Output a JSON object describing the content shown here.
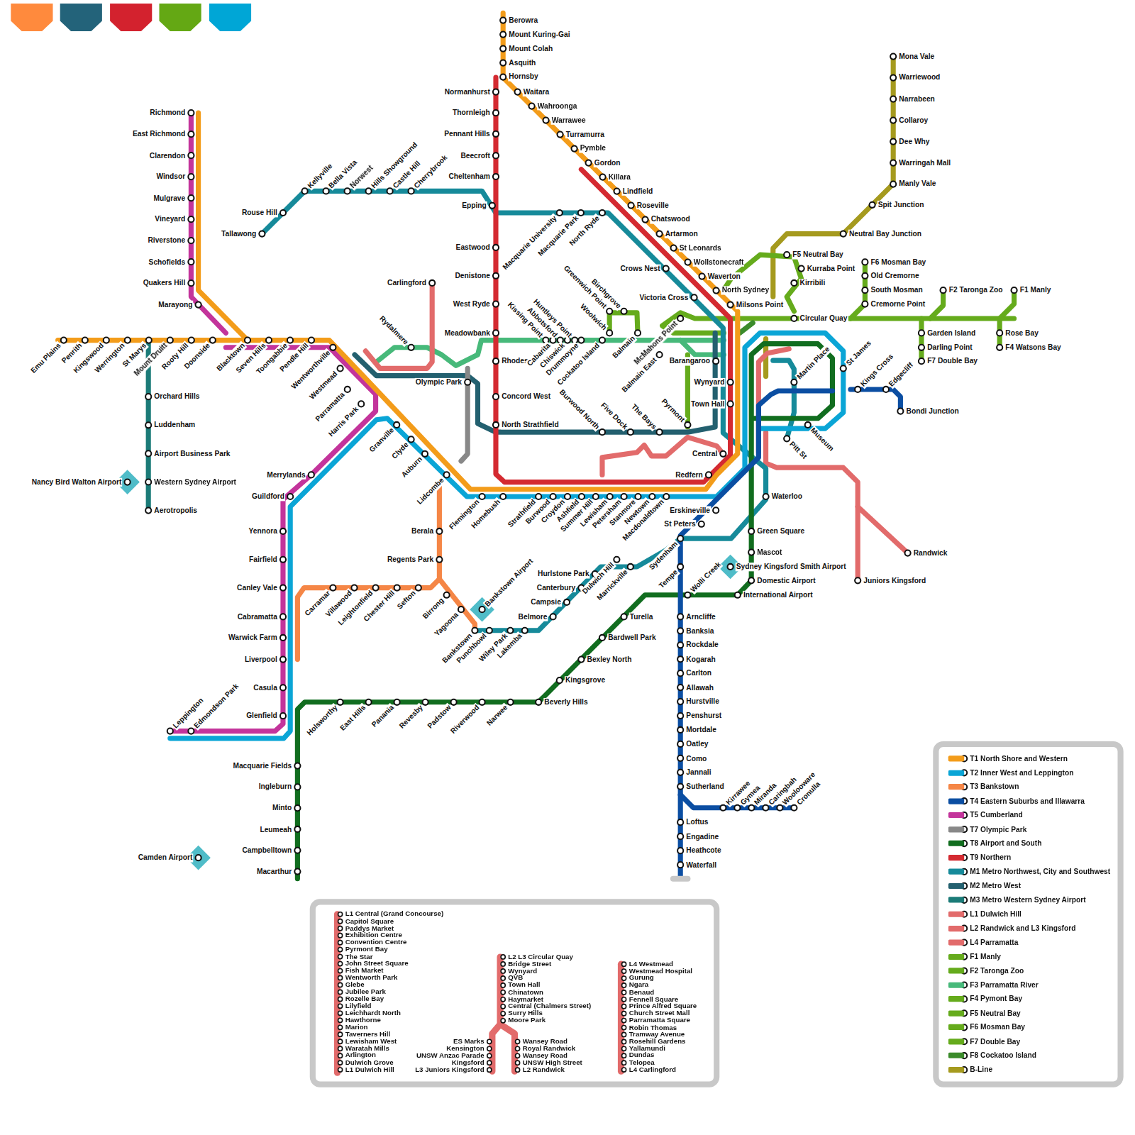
{
  "diagram": {
    "labels": [
      "Berowra",
      "Mount Kuring-Gai",
      "Mount Colah",
      "Asquith",
      "Hornsby",
      "Waitara",
      "Wahroonga",
      "Warrawee",
      "Turramurra",
      "Pymble",
      "Gordon",
      "Killara",
      "Lindfield",
      "Roseville",
      "Chatswood",
      "Artarmon",
      "St Leonards",
      "Wollstonecraft",
      "Waverton",
      "North Sydney",
      "Milsons Point",
      "Normanhurst",
      "Thornleigh",
      "Pennant Hills",
      "Beecroft",
      "Cheltenham",
      "Epping",
      "Eastwood",
      "Denistone",
      "West Ryde",
      "Meadowbank",
      "Rhodes",
      "Concord West",
      "North Strathfield",
      "Tallawong",
      "Rouse Hill",
      "Kellyville",
      "Bella Vista",
      "Norwest",
      "Hills Showground",
      "Castle Hill",
      "Cherrybrook",
      "Macquarie University",
      "Macquarie Park",
      "North Ryde",
      "Crows Nest",
      "Victoria Cross",
      "Barangaroo",
      "Martin Place",
      "Pitt St",
      "Waterloo",
      "Sydenham",
      "Emu Plains",
      "Penrith",
      "Kingswood",
      "Werrington",
      "St Marys",
      "Mount Druitt",
      "Rooty Hill",
      "Doonside",
      "Blacktown",
      "Seven Hills",
      "Toongabbie",
      "Pendle Hill",
      "Wentworthville",
      "Westmead",
      "Parramatta",
      "Harris Park",
      "Granville",
      "Clyde",
      "Auburn",
      "Lidcombe",
      "Flemington",
      "Homebush",
      "Strathfield",
      "Burwood",
      "Croydon",
      "Ashfield",
      "Summer Hill",
      "Lewisham",
      "Petersham",
      "Stanmore",
      "Newtown",
      "Macdonaldtown",
      "Redfern",
      "Erskineville",
      "St Peters",
      "Richmond",
      "East Richmond",
      "Clarendon",
      "Windsor",
      "Mulgrave",
      "Vineyard",
      "Riverstone",
      "Schofields",
      "Quakers Hill",
      "Marayong",
      "Orchard Hills",
      "Luddenham",
      "Airport Business Park",
      "Western Sydney Airport",
      "Aerotropolis",
      "Nancy Bird Walton Airport",
      "Camden Airport",
      "Merrylands",
      "Guildford",
      "Yennora",
      "Fairfield",
      "Canley Vale",
      "Cabramatta",
      "Warwick Farm",
      "Liverpool",
      "Casula",
      "Glenfield",
      "Leppington",
      "Edmondson Park",
      "Macquarie Fields",
      "Ingleburn",
      "Minto",
      "Leumeah",
      "Campbelltown",
      "Macarthur",
      "Holsworthy",
      "East Hills",
      "Panania",
      "Revesby",
      "Padstow",
      "Riverwood",
      "Narwee",
      "Beverly Hills",
      "Kingsgrove",
      "Bexley North",
      "Bardwell Park",
      "Turella",
      "Wolli Creek",
      "International Airport",
      "Domestic Airport",
      "Mascot",
      "Green Square",
      "Sydney Kingsford Smith Airport",
      "Berala",
      "Regents Park",
      "Carramar",
      "Villawood",
      "Leightonfield",
      "Chester Hill",
      "Sefton",
      "Birrong",
      "Yagoona",
      "Bankstown Airport",
      "Bankstown",
      "Punchbowl",
      "Wiley Park",
      "Lakemba",
      "Belmore",
      "Campsie",
      "Canterbury",
      "Hurlstone Park",
      "Dulwich Hill",
      "Marrickville",
      "Tempe",
      "Arncliffe",
      "Banksia",
      "Rockdale",
      "Kogarah",
      "Carlton",
      "Allawah",
      "Hurstville",
      "Penshurst",
      "Mortdale",
      "Oatley",
      "Como",
      "Jannali",
      "Sutherland",
      "Loftus",
      "Engadine",
      "Heathcote",
      "Waterfall",
      "Kirrawee",
      "Gymea",
      "Miranda",
      "Caringbah",
      "Woolooware",
      "Cronulla",
      "St James",
      "Kings Cross",
      "Edgecliff",
      "Bondi Junction",
      "Museum",
      "Central",
      "Town Hall",
      "Wynyard",
      "Circular Quay",
      "Olympic Park",
      "Carlingford",
      "Rydalmere",
      "Burwood North",
      "Five Dock",
      "The Bays",
      "Pyrmont",
      "Kissing Point",
      "Abbotsford",
      "Huntleys Point",
      "Cabarita",
      "Chiswick",
      "Drummoyne",
      "Cockatoo Island",
      "Woolwich",
      "Greenwich Point",
      "Birchgrove",
      "Balmain",
      "Balmain East",
      "McMahons Point",
      "Garden Island",
      "Darling Point",
      "F7 Double Bay",
      "Rose Bay",
      "F4 Watsons Bay",
      "F1 Manly",
      "F2 Taronga Zoo",
      "F6 Mosman Bay",
      "Old Cremorne",
      "South Mosman",
      "Cremorne Point",
      "F5 Neutral Bay",
      "Kurraba Point",
      "Kirribili",
      "Mona Vale",
      "Warriewood",
      "Narrabeen",
      "Collaroy",
      "Dee Why",
      "Warringah Mall",
      "Manly Vale",
      "Spit Junction",
      "Neutral Bay Junction",
      "Randwick",
      "Juniors Kingsford",
      "L1 Central (Grand Concourse)",
      "Capitol Square",
      "Paddys Market",
      "Exhibition Centre",
      "Convention Centre",
      "Pyrmont Bay",
      "The Star",
      "John Street Square",
      "Fish Market",
      "Wentworth Park",
      "Glebe",
      "Jubilee Park",
      "Rozelle Bay",
      "Lilyfield",
      "Leichhardt North",
      "Hawthorne",
      "Marion",
      "Taverners Hill",
      "Lewisham West",
      "Waratah Mills",
      "Arlington",
      "Dulwich Grove",
      "L1 Dulwich Hill",
      "L2 L3 Circular Quay",
      "Bridge Street",
      "Wynyard",
      "QVB",
      "Town Hall",
      "Chinatown",
      "Haymarket",
      "Central (Chalmers Street)",
      "Surry Hills",
      "Moore Park",
      "ES Marks",
      "Kensington",
      "UNSW Anzac Parade",
      "Kingsford",
      "L3 Juniors Kingsford",
      "Wansey Road",
      "Royal Randwick",
      "Wansey Road",
      "UNSW High Street",
      "L2 Randwick",
      "L4 Westmead",
      "Westmead Hospital",
      "Gurung",
      "Ngara",
      "Benaud",
      "Fennell Square",
      "Prince Alfred Square",
      "Church Street Mall",
      "Parramatta Square",
      "Robin Thomas",
      "Tramway Avenue",
      "Rosehill Gardens",
      "Yallamundi",
      "Dundas",
      "Telopea",
      "L4 Carlingford"
    ],
    "legend": [
      {
        "text": "T1 North Shore and Western",
        "color": "#f39c1a"
      },
      {
        "text": "T2 Inner West and Leppington",
        "color": "#0aa5d6"
      },
      {
        "text": "T3 Bankstown",
        "color": "#f58646"
      },
      {
        "text": "T4 Eastern Suburbs and Illawarra",
        "color": "#0b4ea2"
      },
      {
        "text": "T5 Cumberland",
        "color": "#c3349b"
      },
      {
        "text": "T7 Olympic Park",
        "color": "#888888"
      },
      {
        "text": "T8 Airport and South",
        "color": "#116d1f"
      },
      {
        "text": "T9 Northern",
        "color": "#d42a31"
      },
      {
        "text": "M1 Metro Northwest, City and Southwest",
        "color": "#168a9a"
      },
      {
        "text": "M2 Metro West",
        "color": "#23606f"
      },
      {
        "text": "M3 Metro Western Sydney Airport",
        "color": "#1b7b78"
      },
      {
        "text": "L1 Dulwich Hill",
        "color": "#e26b6b"
      },
      {
        "text": "L2 Randwick and L3 Kingsford",
        "color": "#e26b6b"
      },
      {
        "text": "L4 Parramatta",
        "color": "#e26b6b"
      },
      {
        "text": "F1 Manly",
        "color": "#65ab1c"
      },
      {
        "text": "F2 Taronga Zoo",
        "color": "#65ab1c"
      },
      {
        "text": "F3 Parramatta River",
        "color": "#47b97a"
      },
      {
        "text": "F4 Pymont Bay",
        "color": "#65ab1c"
      },
      {
        "text": "F5 Neutral Bay",
        "color": "#65ab1c"
      },
      {
        "text": "F6 Mosman Bay",
        "color": "#65ab1c"
      },
      {
        "text": "F7 Double Bay",
        "color": "#65ab1c"
      },
      {
        "text": "F8 Cockatoo Island",
        "color": "#3b8b2b"
      },
      {
        "text": "B-Line",
        "color": "#a59a1e"
      }
    ]
  }
}
